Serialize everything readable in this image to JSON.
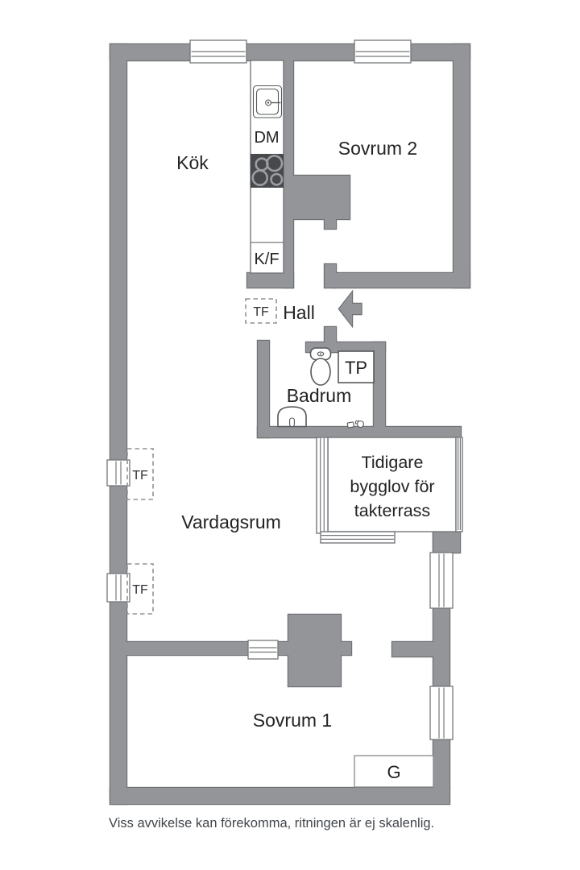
{
  "floorplan": {
    "rooms": {
      "kitchen": "Kök",
      "bedroom2": "Sovrum 2",
      "hall": "Hall",
      "bathroom": "Badrum",
      "living_room": "Vardagsrum",
      "bedroom1": "Sovrum 1"
    },
    "terrace_note": {
      "line1": "Tidigare",
      "line2": "bygglov för",
      "line3": "takterrass"
    },
    "appliances": {
      "dishwasher": "DM",
      "fridge_freezer": "K/F",
      "washer_dryer_tower": "TP",
      "wardrobe": "G"
    },
    "vent_markers": {
      "hall": "TF",
      "living_room_upper": "TF",
      "living_room_lower": "TF"
    },
    "disclaimer": "Viss avvikelse kan förekomma, ritningen är ej skalenlig.",
    "colors": {
      "wall": "#939598",
      "wall_outline": "#6e7174",
      "stove": "#47494c",
      "burner_ring": "#9b9da0",
      "fixture_line": "#55585b",
      "window_line": "#74777a",
      "text": "#232323",
      "muted_text": "#41464b",
      "background": "#ffffff"
    }
  }
}
